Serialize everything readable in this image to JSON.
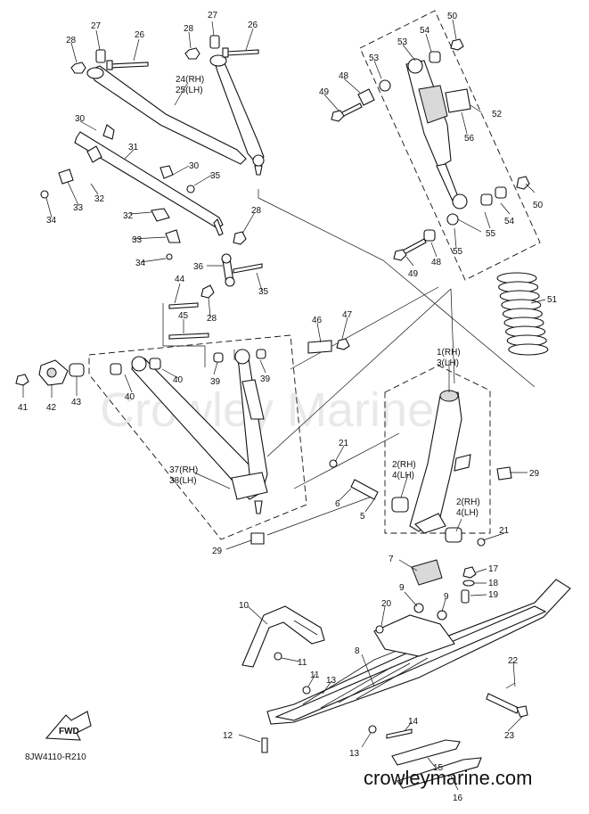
{
  "diagram": {
    "watermark": "Crowley Marine",
    "figure_code": "8JW4110-R210",
    "website": "crowleymarine.com",
    "fwd_arrow_label": "FWD",
    "callouts": [
      {
        "id": "c27a",
        "text": "27"
      },
      {
        "id": "c26a",
        "text": "26"
      },
      {
        "id": "c28a",
        "text": "28"
      },
      {
        "id": "c27b",
        "text": "27"
      },
      {
        "id": "c28b",
        "text": "28"
      },
      {
        "id": "c26b",
        "text": "26"
      },
      {
        "id": "c24",
        "text": "24(RH)"
      },
      {
        "id": "c25",
        "text": "25(LH)"
      },
      {
        "id": "c50a",
        "text": "50"
      },
      {
        "id": "c53a",
        "text": "53"
      },
      {
        "id": "c54a",
        "text": "54"
      },
      {
        "id": "c53b",
        "text": "53"
      },
      {
        "id": "c48a",
        "text": "48"
      },
      {
        "id": "c49a",
        "text": "49"
      },
      {
        "id": "c52",
        "text": "52"
      },
      {
        "id": "c56",
        "text": "56"
      },
      {
        "id": "c30a",
        "text": "30"
      },
      {
        "id": "c31",
        "text": "31"
      },
      {
        "id": "c32a",
        "text": "32"
      },
      {
        "id": "c33a",
        "text": "33"
      },
      {
        "id": "c34a",
        "text": "34"
      },
      {
        "id": "c30b",
        "text": "30"
      },
      {
        "id": "c35a",
        "text": "35"
      },
      {
        "id": "c32b",
        "text": "32"
      },
      {
        "id": "c28c",
        "text": "28"
      },
      {
        "id": "c33b",
        "text": "33"
      },
      {
        "id": "c34b",
        "text": "34"
      },
      {
        "id": "c36",
        "text": "36"
      },
      {
        "id": "c35b",
        "text": "35"
      },
      {
        "id": "c44",
        "text": "44"
      },
      {
        "id": "c28d",
        "text": "28"
      },
      {
        "id": "c45",
        "text": "45"
      },
      {
        "id": "c46",
        "text": "46"
      },
      {
        "id": "c47",
        "text": "47"
      },
      {
        "id": "c50b",
        "text": "50"
      },
      {
        "id": "c54b",
        "text": "54"
      },
      {
        "id": "c55a",
        "text": "55"
      },
      {
        "id": "c55b",
        "text": "55"
      },
      {
        "id": "c48b",
        "text": "48"
      },
      {
        "id": "c49b",
        "text": "49"
      },
      {
        "id": "c51",
        "text": "51"
      },
      {
        "id": "c1",
        "text": "1(RH)"
      },
      {
        "id": "c3",
        "text": "3(LH)"
      },
      {
        "id": "c41",
        "text": "41"
      },
      {
        "id": "c42",
        "text": "42"
      },
      {
        "id": "c43",
        "text": "43"
      },
      {
        "id": "c40a",
        "text": "40"
      },
      {
        "id": "c40b",
        "text": "40"
      },
      {
        "id": "c39a",
        "text": "39"
      },
      {
        "id": "c39b",
        "text": "39"
      },
      {
        "id": "c37",
        "text": "37(RH)"
      },
      {
        "id": "c38",
        "text": "38(LH)"
      },
      {
        "id": "c21a",
        "text": "21"
      },
      {
        "id": "c6",
        "text": "6"
      },
      {
        "id": "c5",
        "text": "5"
      },
      {
        "id": "c2a",
        "text": "2(RH)"
      },
      {
        "id": "c4a",
        "text": "4(LH)"
      },
      {
        "id": "c2b",
        "text": "2(RH)"
      },
      {
        "id": "c4b",
        "text": "4(LH)"
      },
      {
        "id": "c29a",
        "text": "29"
      },
      {
        "id": "c21b",
        "text": "21"
      },
      {
        "id": "c29b",
        "text": "29"
      },
      {
        "id": "c7",
        "text": "7"
      },
      {
        "id": "c17",
        "text": "17"
      },
      {
        "id": "c18",
        "text": "18"
      },
      {
        "id": "c19",
        "text": "19"
      },
      {
        "id": "c9a",
        "text": "9"
      },
      {
        "id": "c9b",
        "text": "9"
      },
      {
        "id": "c20",
        "text": "20"
      },
      {
        "id": "c10",
        "text": "10"
      },
      {
        "id": "c8",
        "text": "8"
      },
      {
        "id": "c11a",
        "text": "11"
      },
      {
        "id": "c11b",
        "text": "11"
      },
      {
        "id": "c13a",
        "text": "13"
      },
      {
        "id": "c22",
        "text": "22"
      },
      {
        "id": "c23",
        "text": "23"
      },
      {
        "id": "c14",
        "text": "14"
      },
      {
        "id": "c12",
        "text": "12"
      },
      {
        "id": "c13b",
        "text": "13"
      },
      {
        "id": "c15",
        "text": "15"
      },
      {
        "id": "c16",
        "text": "16"
      }
    ]
  }
}
